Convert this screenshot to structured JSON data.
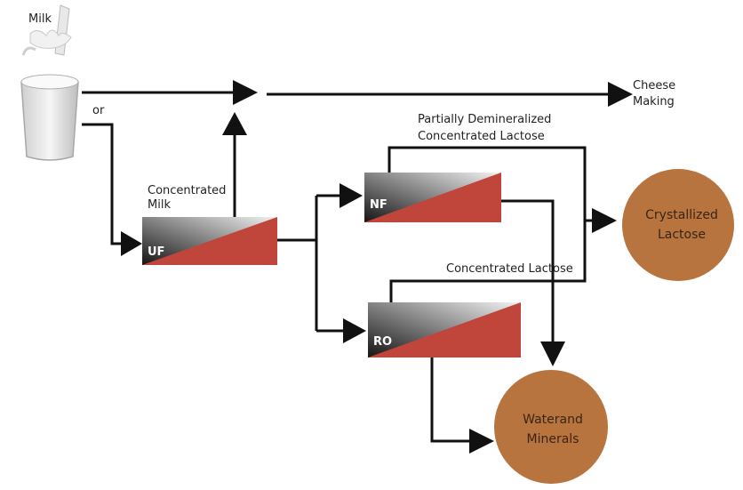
{
  "labels": {
    "milk": "Milk",
    "or": "or",
    "cheese_line1": "Cheese",
    "cheese_line2": "Making",
    "partial_line1": "Partially Demineralized",
    "partial_line2": "Concentrated Lactose",
    "conc_milk_line1": "Concentrated",
    "conc_milk_line2": "Milk",
    "conc_lactose": "Concentrated Lactose"
  },
  "units": {
    "uf": "UF",
    "nf": "NF",
    "ro": "RO"
  },
  "products": {
    "crystallized_line1": "Crystallized",
    "crystallized_line2": "Lactose",
    "water_line1": "Waterand",
    "water_line2": "Minerals"
  },
  "colors": {
    "unit_red": "#c0453b",
    "unit_dark": "#1a1a1a",
    "unit_light": "#f4f4f4",
    "product_fill": "#b8743f",
    "arrow": "#111111"
  }
}
